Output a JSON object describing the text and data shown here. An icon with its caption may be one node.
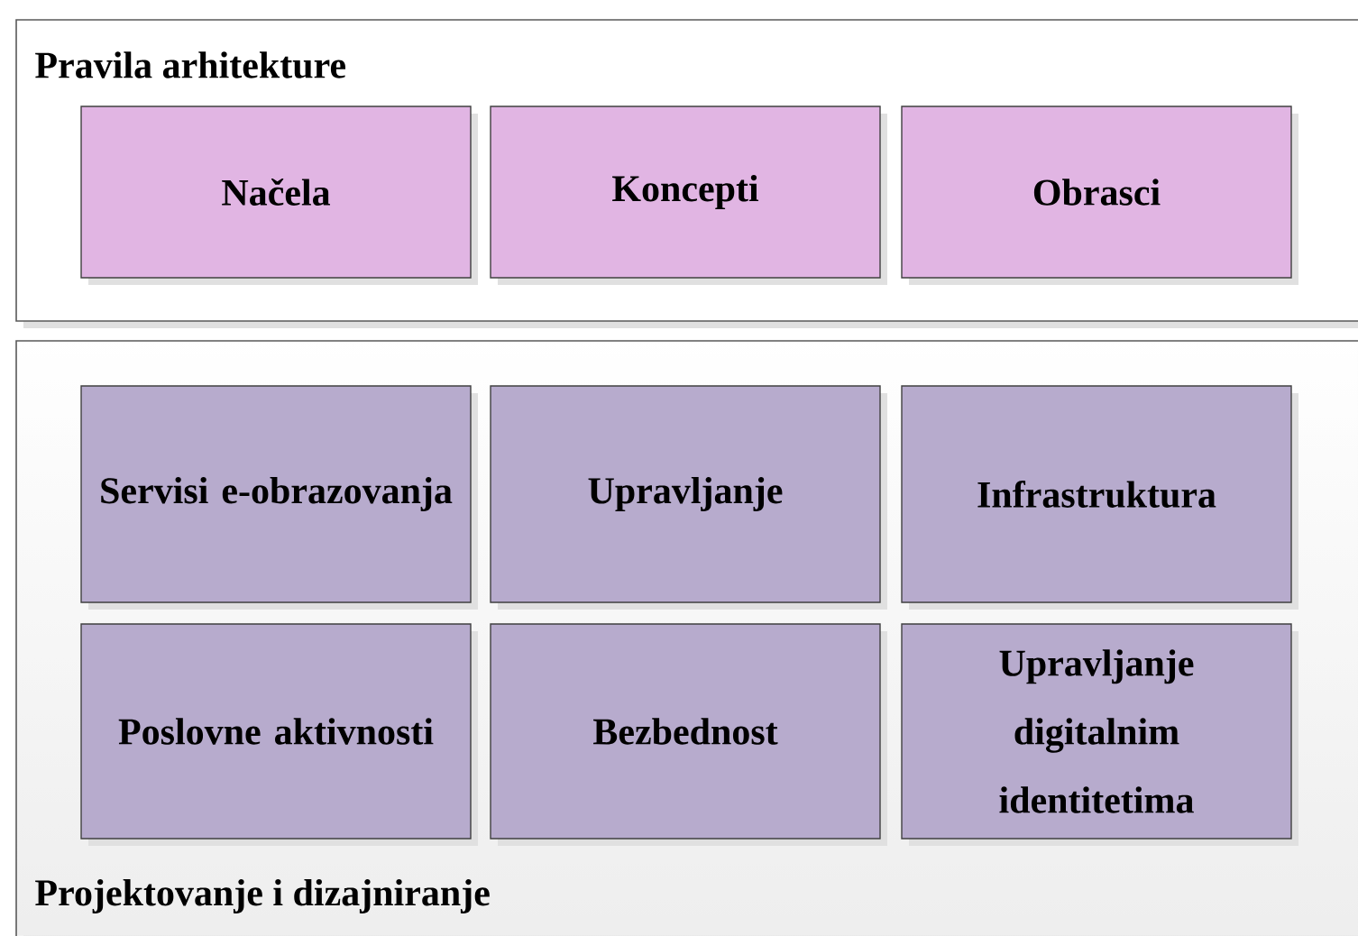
{
  "diagram": {
    "nodes": [
      {
        "text": [
          "Pravila arhitekture"
        ]
      },
      {
        "text": [
          "Načela"
        ],
        "in": 0
      },
      {
        "text": [
          "Koncepti"
        ],
        "in": 0
      },
      {
        "text": [
          "Obrasci"
        ],
        "in": 0
      },
      {
        "text": [
          "Projektovanje i dizajniranje"
        ]
      },
      {
        "text": [
          "Servisi e-obrazovanja"
        ],
        "in": 4
      },
      {
        "text": [
          "Upravljanje"
        ],
        "in": 4
      },
      {
        "text": [
          "Infrastruktura"
        ],
        "in": 4
      },
      {
        "text": [
          "Poslovne aktivnosti"
        ],
        "in": 4
      },
      {
        "text": [
          "Bezbednost"
        ],
        "in": 4
      },
      {
        "text": [
          "Upravljanje digitalnim identitetima"
        ],
        "in": 4
      }
    ]
  }
}
